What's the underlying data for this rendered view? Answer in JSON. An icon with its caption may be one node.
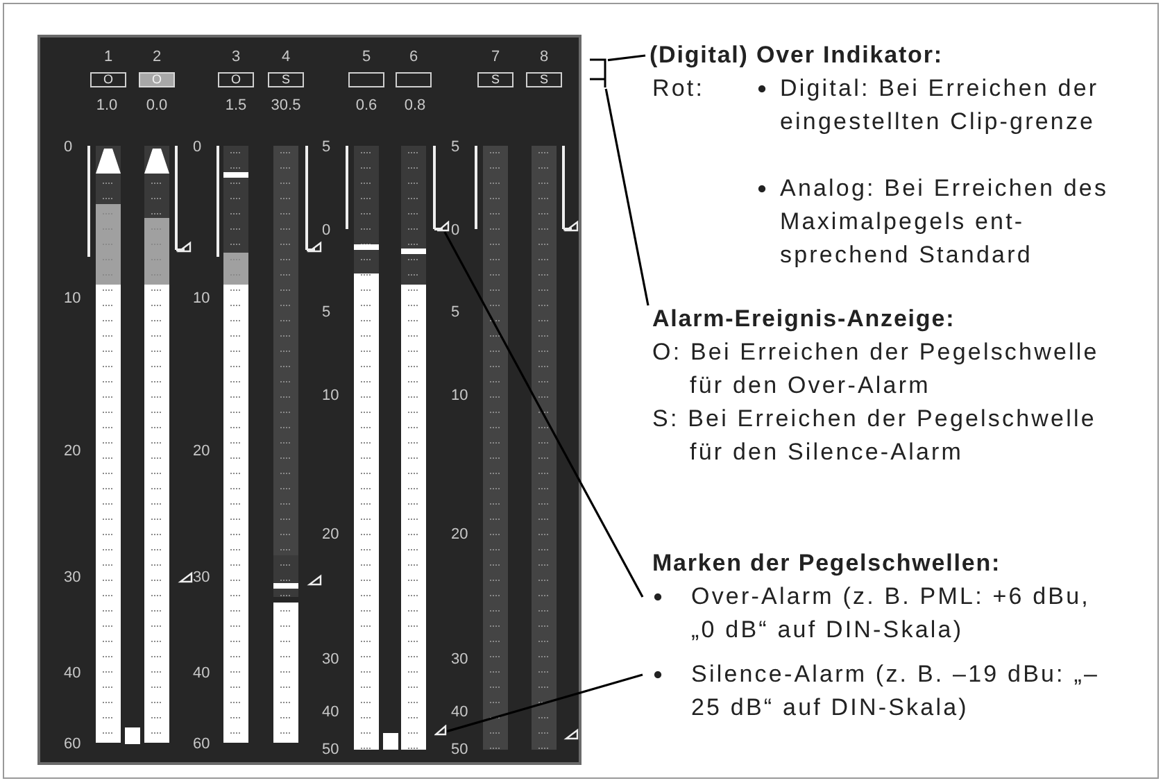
{
  "diagram": {
    "nodes": [
      {
        "text": [
          "(Digital) Over Indikator:",
          "Rot:",
          "Digital: Bei Erreichen der eingestellten Clip-grenze",
          "Analog: Bei Erreichen des Maximalpegels ent-sprechend Standard"
        ]
      },
      {
        "text": [
          "Alarm-Ereignis-Anzeige:",
          "O: Bei Erreichen der Pegelschwelle für den Over-Alarm",
          "S: Bei Erreichen der Pegelschwelle für den Silence-Alarm"
        ]
      },
      {
        "text": [
          "Over-Alarm (z. B. PML: +6 dBu, „0 dB“ auf DIN-Skala)"
        ]
      },
      {
        "text": [
          "Silence-Alarm (z. B. –19 dBu: „–25 dB“ auf DIN-Skala)"
        ]
      },
      {
        "text": [],
        "shape": "bracket"
      },
      {
        "text": [],
        "shape": "triangle"
      },
      {
        "text": [],
        "shape": "triangle"
      }
    ],
    "edges": [
      {
        "from": 0,
        "to": 4,
        "arrow": "none"
      },
      {
        "from": 1,
        "to": 4,
        "arrow": "none"
      },
      {
        "from": 2,
        "to": 5,
        "arrow": "none"
      },
      {
        "from": 3,
        "to": 6,
        "arrow": "none"
      }
    ],
    "labels": [
      "1",
      "2",
      "3",
      "4",
      "5",
      "6",
      "7",
      "8",
      "O",
      "O",
      "O",
      "S",
      "S",
      "S",
      "1.0",
      "0.0",
      "1.5",
      "30.5",
      "0.6",
      "0.8",
      "0",
      "10",
      "20",
      "30",
      "40",
      "60",
      "0",
      "10",
      "20",
      "30",
      "40",
      "60",
      "5",
      "0",
      "5",
      "10",
      "20",
      "30",
      "40",
      "50",
      "5",
      "0",
      "5",
      "10",
      "20",
      "30",
      "40",
      "50",
      "Marken der Pegelschwellen:"
    ]
  }
}
